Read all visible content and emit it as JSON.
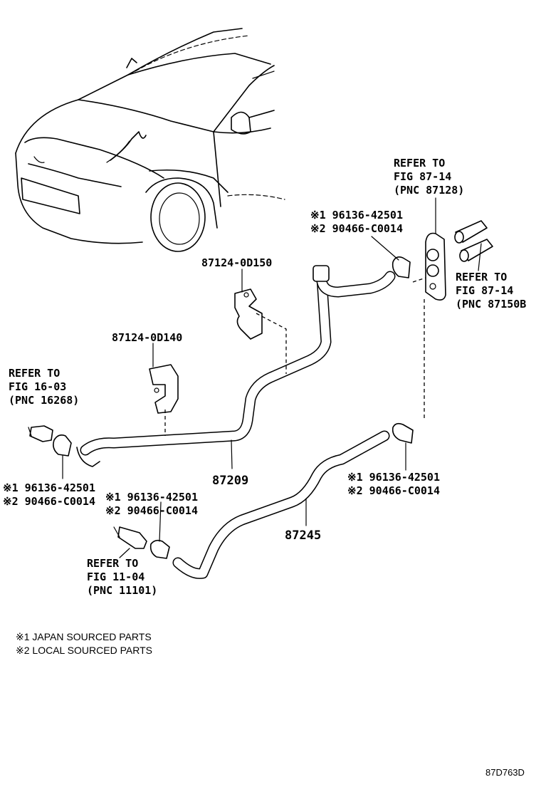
{
  "labels": {
    "refer_87128": [
      "REFER TO",
      "FIG 87-14",
      "(PNC 87128)"
    ],
    "refer_87150b": [
      "REFER TO",
      "FIG 87-14",
      "(PNC 87150B"
    ],
    "refer_16268": [
      "REFER TO",
      "FIG 16-03",
      "(PNC 16268)"
    ],
    "refer_11101": [
      "REFER TO",
      "FIG 11-04",
      "(PNC 11101)"
    ],
    "clamp_top_right": [
      "※1 96136-42501",
      "※2 90466-C0014"
    ],
    "clamp_mid_right": [
      "※1 96136-42501",
      "※2 90466-C0014"
    ],
    "clamp_left": [
      "※1 96136-42501",
      "※2 90466-C0014"
    ],
    "clamp_center": [
      "※1 96136-42501",
      "※2 90466-C0014"
    ],
    "clip_upper": "87124-0D150",
    "clip_lower": "87124-0D140",
    "hose_upper": "87209",
    "hose_lower": "87245"
  },
  "legend": [
    "※1 JAPAN SOURCED PARTS",
    "※2 LOCAL SOURCED PARTS"
  ],
  "diagram_code": "87D763D"
}
